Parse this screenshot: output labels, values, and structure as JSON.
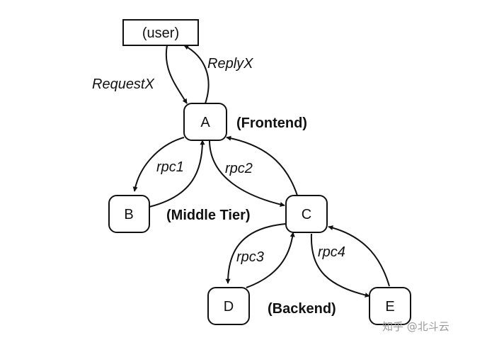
{
  "nodes": {
    "user": "(user)",
    "a": "A",
    "b": "B",
    "c": "C",
    "d": "D",
    "e": "E"
  },
  "edges": {
    "request": "RequestX",
    "reply": "ReplyX",
    "rpc1": "rpc1",
    "rpc2": "rpc2",
    "rpc3": "rpc3",
    "rpc4": "rpc4"
  },
  "tiers": {
    "frontend": "(Frontend)",
    "middle": "(Middle Tier)",
    "backend": "(Backend)"
  },
  "watermark": "知乎 @北斗云",
  "colors": {
    "stroke": "#111111",
    "background": "#ffffff",
    "watermark": "#9a9a9a"
  }
}
